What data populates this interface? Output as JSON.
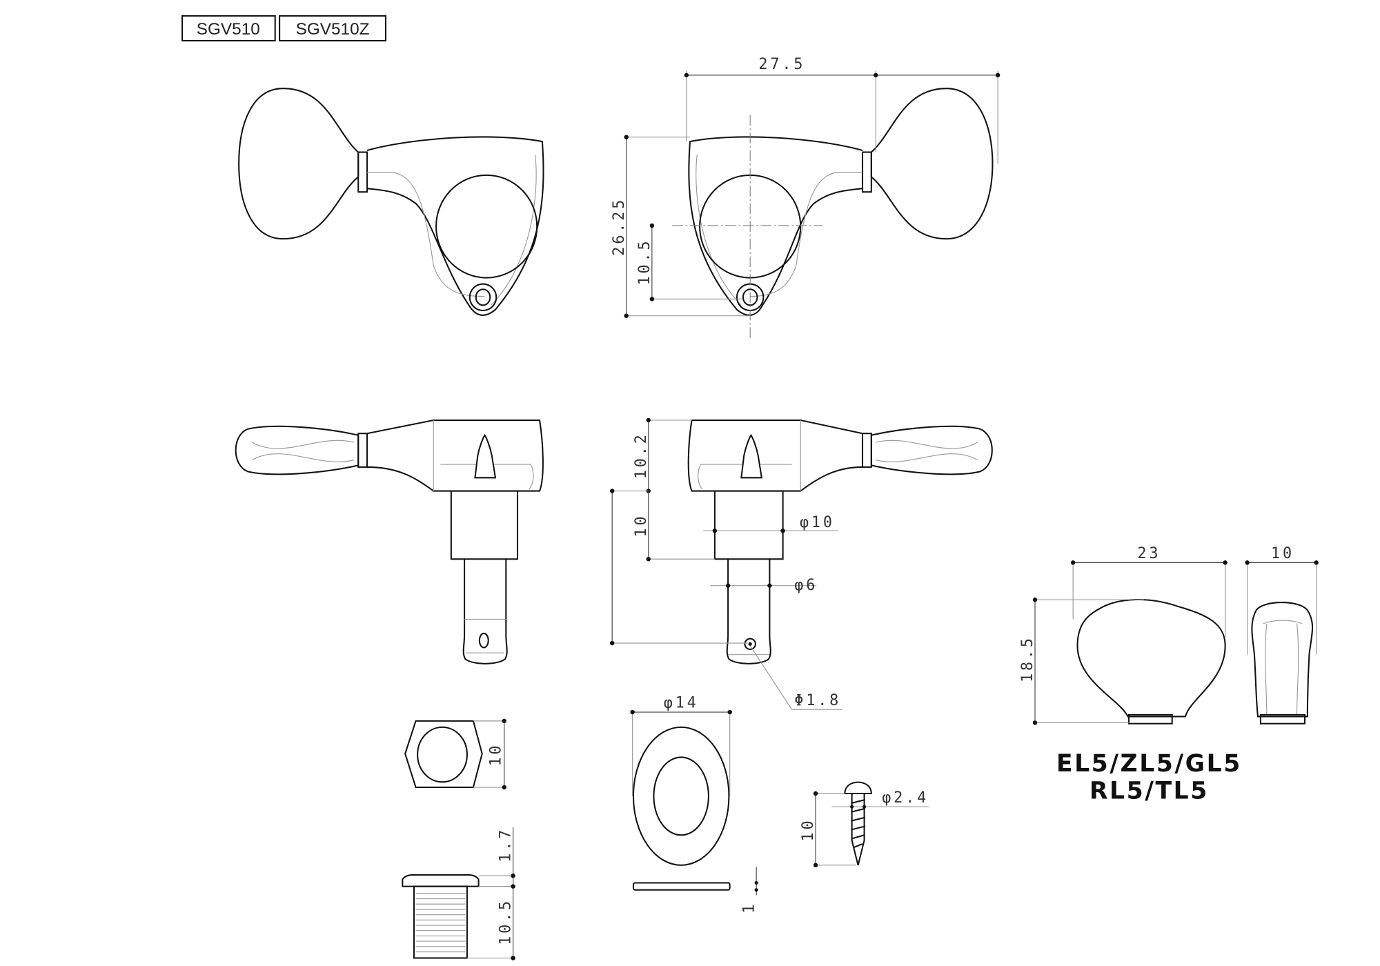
{
  "models": [
    "SGV510",
    "SGV510Z"
  ],
  "dimensions": {
    "width_total": "27.5",
    "height_total": "26.25",
    "post_offset": "10.5",
    "housing_height": "10.2",
    "post_length": "10",
    "post_diameter": "φ10",
    "shaft_diameter": "φ6",
    "hole_diameter": "Φ1.8",
    "nut_size": "10",
    "washer_diameter": "φ14",
    "washer_thickness": "1",
    "bushing_head": "1.7",
    "bushing_length": "10.5",
    "screw_diameter": "φ2.4",
    "screw_length": "10",
    "knob_width": "23",
    "knob_depth": "10",
    "knob_height": "18.5"
  },
  "knob_models": [
    "EL5/ZL5/GL5",
    "RL5/TL5"
  ]
}
